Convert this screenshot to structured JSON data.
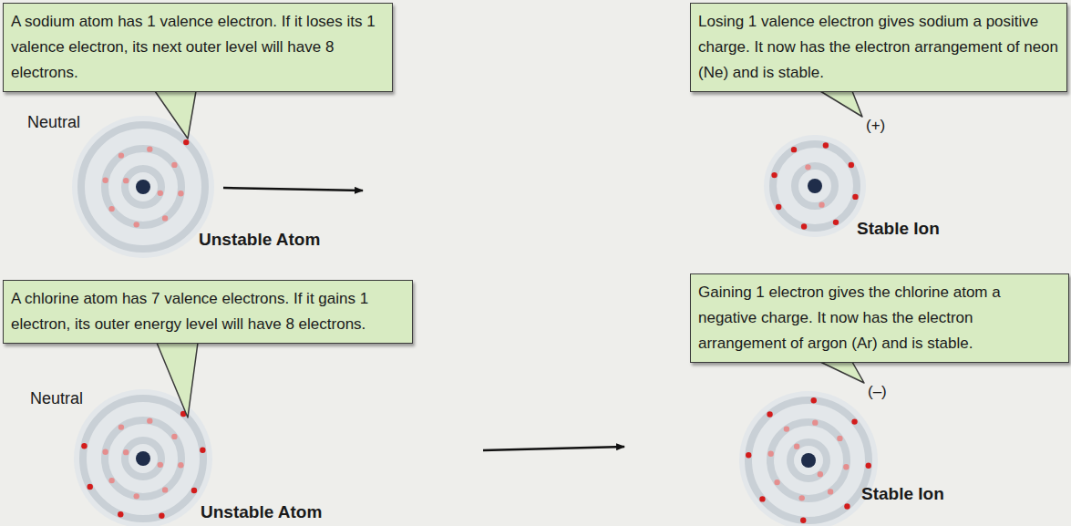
{
  "diagram": {
    "nodes": [
      {
        "text": [
          "A sodium atom has 1 valence electron. If it loses its 1 valence electron, its next outer level will have 8 electrons."
        ]
      },
      {
        "text": [
          "Losing 1 valence electron gives sodium a positive charge. It now has the electron arrangement of neon (Ne) and is stable."
        ]
      },
      {
        "text": [
          "A chlorine atom has 7 valence electrons. If it gains 1 electron, its outer energy level will have 8 electrons."
        ]
      },
      {
        "text": [
          "Gaining 1 electron gives the chlorine atom a negative charge. It now has the electron arrangement of argon (Ar) and is stable."
        ]
      }
    ],
    "labels": [
      "Neutral",
      "Unstable Atom",
      "(+)",
      "Stable Ion",
      "Neutral",
      "Unstable Atom",
      "(–)",
      "Stable Ion"
    ]
  }
}
